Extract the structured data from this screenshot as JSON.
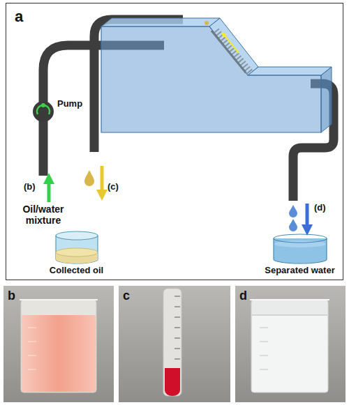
{
  "diagram": {
    "nodes": [
      {
        "text": [
          "a"
        ]
      },
      {
        "text": [
          "Collected oil"
        ],
        "in": 0
      },
      {
        "text": [
          "Separated water"
        ],
        "in": 0
      },
      {
        "text": [
          "b"
        ]
      },
      {
        "text": [
          "c"
        ]
      },
      {
        "text": [
          "d"
        ]
      }
    ],
    "labels": [
      "Pump",
      "(b)",
      "(c)",
      "(d)",
      "Oil/water mixture"
    ]
  }
}
